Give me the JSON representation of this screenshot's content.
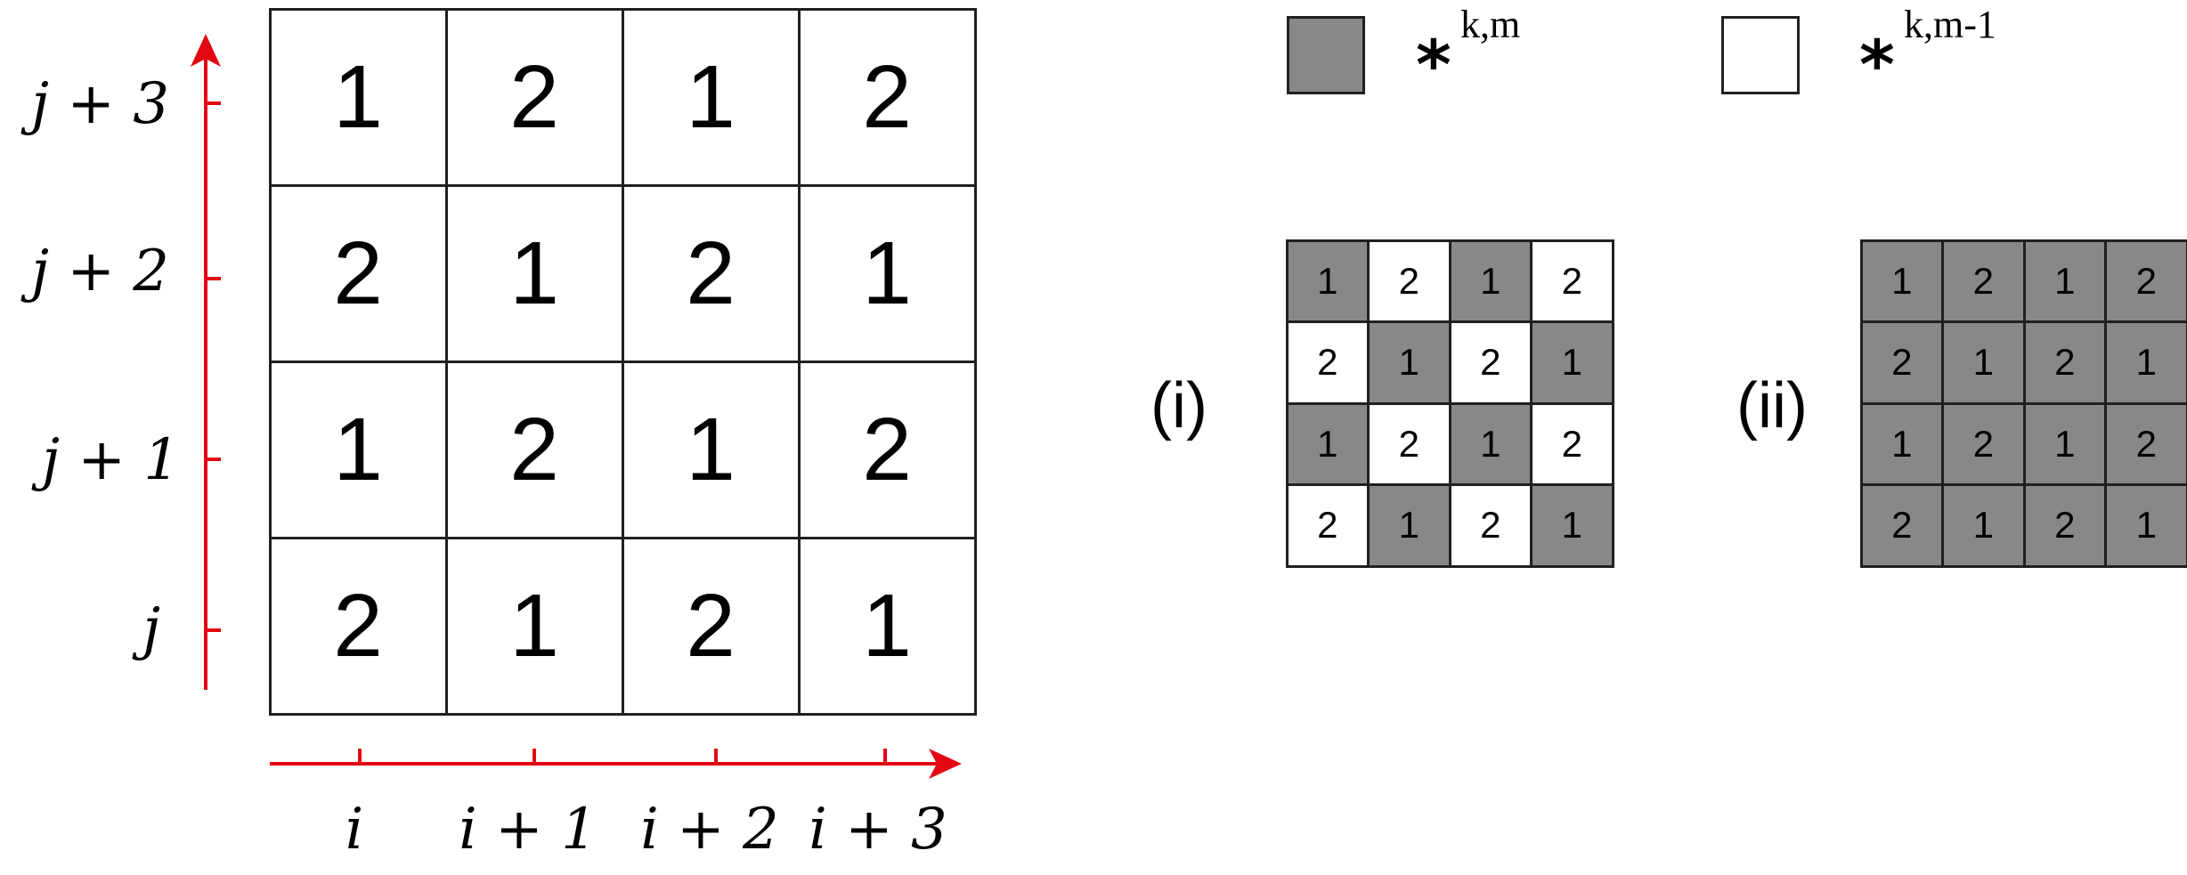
{
  "colors": {
    "accent_red": "#e30613",
    "shaded": "#888888",
    "unshaded": "#ffffff",
    "line": "#231f20"
  },
  "main_grid": {
    "rows": [
      [
        "1",
        "2",
        "1",
        "2"
      ],
      [
        "2",
        "1",
        "2",
        "1"
      ],
      [
        "1",
        "2",
        "1",
        "2"
      ],
      [
        "2",
        "1",
        "2",
        "1"
      ]
    ]
  },
  "axes": {
    "x_labels": [
      "i",
      "i + 1",
      "i + 2",
      "i + 3"
    ],
    "y_labels": [
      "j + 3",
      "j + 2",
      "j + 1",
      "j"
    ]
  },
  "legend": {
    "shaded_sup": "k,m",
    "unshaded_sup": "k,m-1",
    "star": "*"
  },
  "panel_i": {
    "label": "(i)",
    "rows": [
      [
        "1",
        "2",
        "1",
        "2"
      ],
      [
        "2",
        "1",
        "2",
        "1"
      ],
      [
        "1",
        "2",
        "1",
        "2"
      ],
      [
        "2",
        "1",
        "2",
        "1"
      ]
    ],
    "shaded": [
      [
        true,
        false,
        true,
        false
      ],
      [
        false,
        true,
        false,
        true
      ],
      [
        true,
        false,
        true,
        false
      ],
      [
        false,
        true,
        false,
        true
      ]
    ]
  },
  "panel_ii": {
    "label": "(ii)",
    "rows": [
      [
        "1",
        "2",
        "1",
        "2"
      ],
      [
        "2",
        "1",
        "2",
        "1"
      ],
      [
        "1",
        "2",
        "1",
        "2"
      ],
      [
        "2",
        "1",
        "2",
        "1"
      ]
    ],
    "shaded": [
      [
        true,
        true,
        true,
        true
      ],
      [
        true,
        true,
        true,
        true
      ],
      [
        true,
        true,
        true,
        true
      ],
      [
        true,
        true,
        true,
        true
      ]
    ]
  }
}
